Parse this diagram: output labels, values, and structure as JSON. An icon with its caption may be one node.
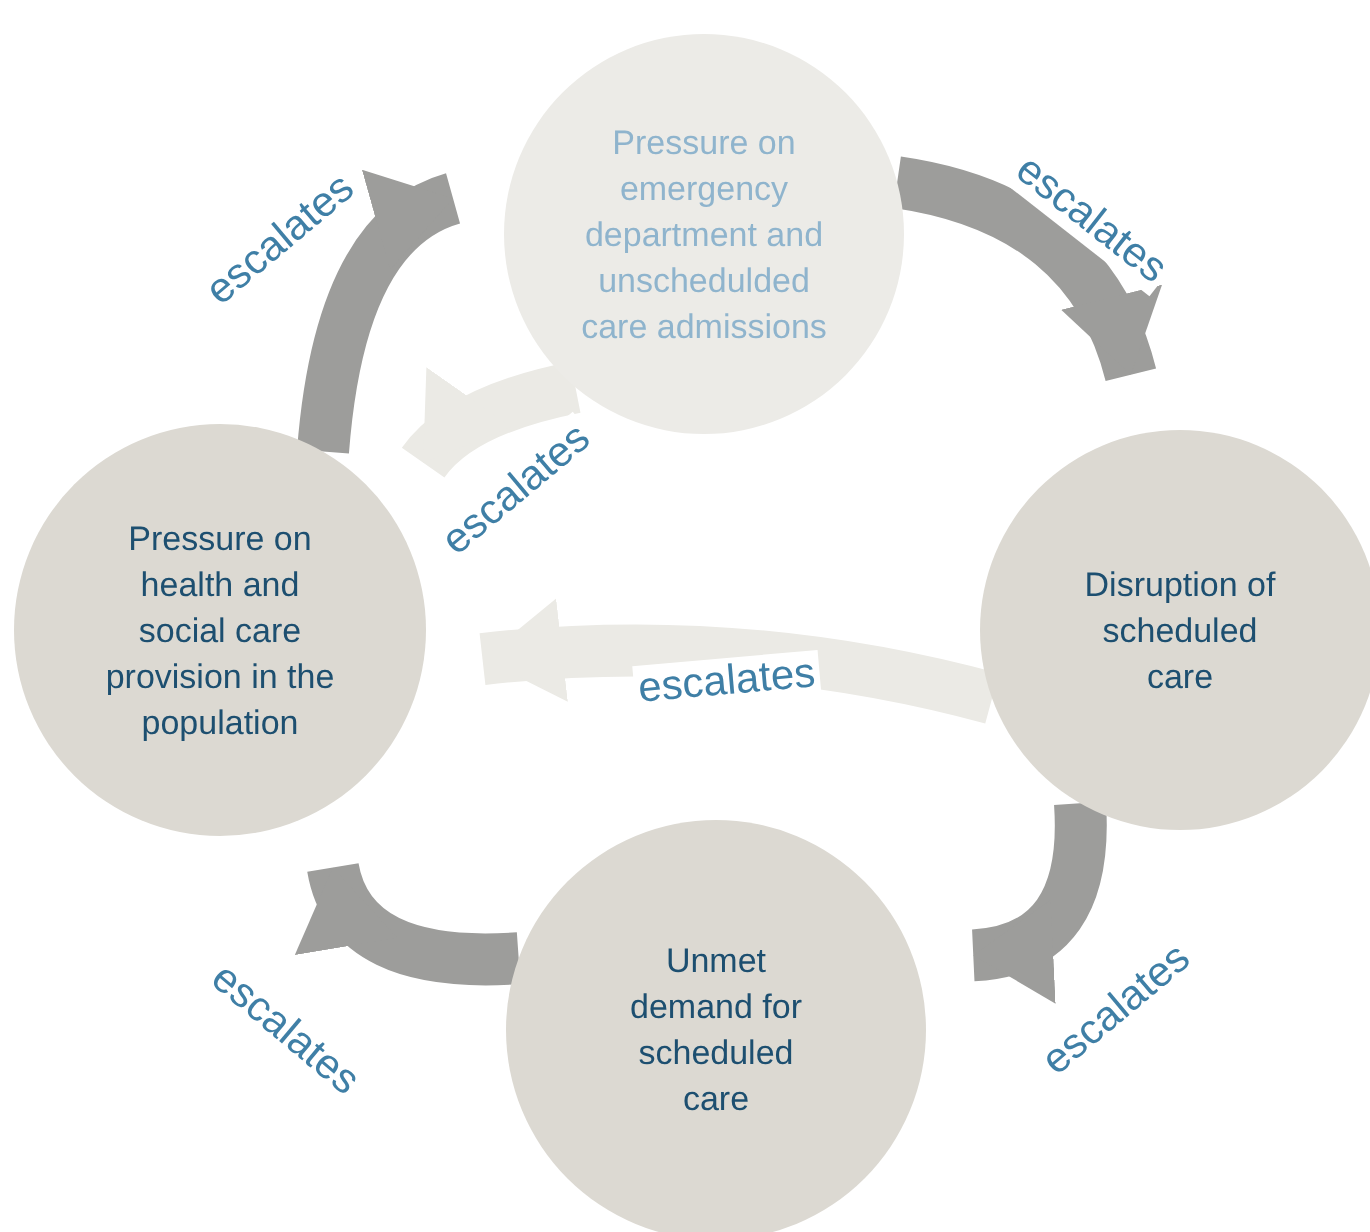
{
  "diagram": {
    "nodes": [
      {
        "text": [
          "Pressure on emergency department and unschedulded care admissions"
        ]
      },
      {
        "text": [
          "Disruption of scheduled care"
        ]
      },
      {
        "text": [
          "Unmet demand for scheduled care"
        ]
      },
      {
        "text": [
          "Pressure on health and social care provision in the population"
        ]
      }
    ],
    "edges": [
      {
        "from": 0,
        "to": 1,
        "arrow": "to",
        "label": "escalates"
      },
      {
        "from": 1,
        "to": 2,
        "arrow": "to",
        "label": "escalates"
      },
      {
        "from": 2,
        "to": 3,
        "arrow": "to",
        "label": "escalates"
      },
      {
        "from": 3,
        "to": 0,
        "arrow": "to",
        "label": "escalates"
      },
      {
        "from": 1,
        "to": 3,
        "arrow": "to",
        "label": "escalates",
        "color": "#ebeae5"
      },
      {
        "from": 0,
        "to": 3,
        "arrow": "to",
        "label": "escalates",
        "color": "#ebeae5"
      }
    ]
  }
}
